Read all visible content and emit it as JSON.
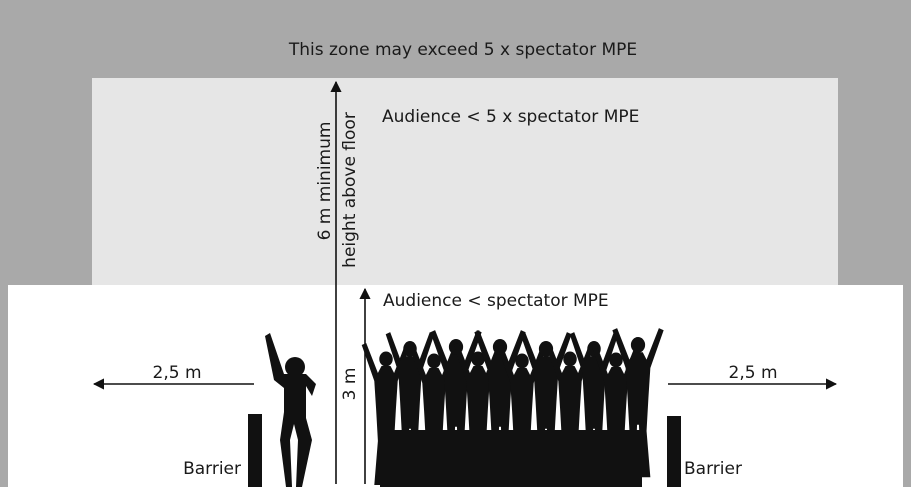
{
  "colors": {
    "outer_zone": "#a9a9a9",
    "mid_zone": "#e6e6e6",
    "low_zone": "#ffffff",
    "ink": "#111111",
    "text": "#1a1a1a"
  },
  "zones": {
    "outer_label": "This zone may exceed 5 x spectator MPE",
    "mid_label": "Audience < 5 x spectator MPE",
    "low_label": "Audience < spectator MPE"
  },
  "dimensions": {
    "tall_line1": "6 m minimum",
    "tall_line2": "height above floor",
    "short_label": "3 m",
    "left_width": "2,5 m",
    "right_width": "2,5 m"
  },
  "barriers": {
    "left_label": "Barrier",
    "right_label": "Barrier"
  },
  "icons": [
    "single-person-silhouette-icon",
    "crowd-silhouette-icon",
    "barrier-icon",
    "arrow-icon"
  ]
}
